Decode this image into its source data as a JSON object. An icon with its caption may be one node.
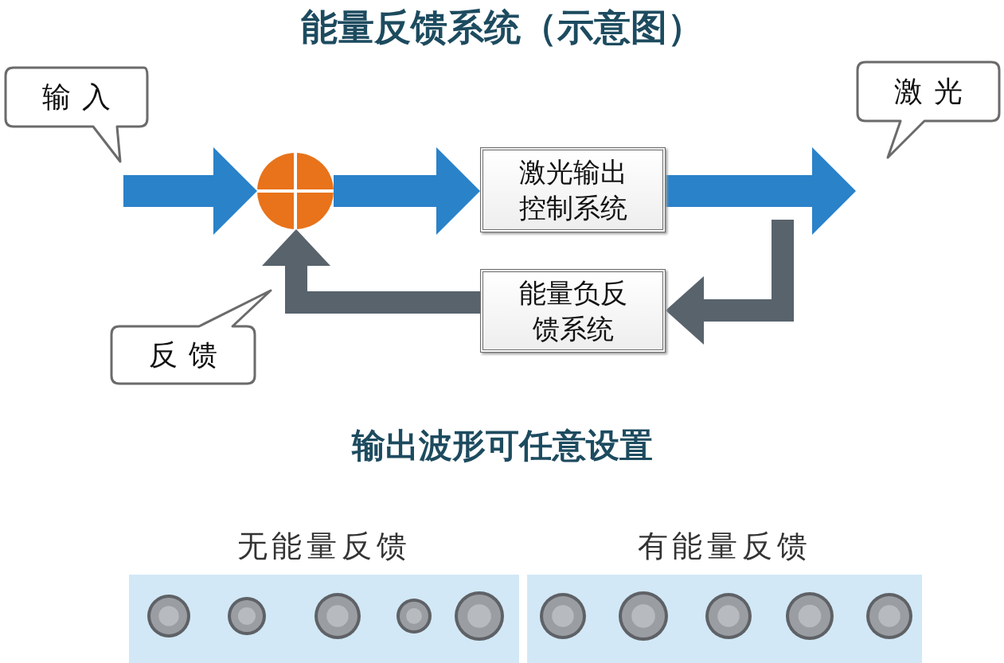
{
  "diagram": {
    "title": "能量反馈系统（示意图）",
    "nodes": [
      {
        "text": [
          "输入"
        ]
      },
      {
        "text": [],
        "shape": "circle"
      },
      {
        "text": [
          "激光输出控制系统"
        ]
      },
      {
        "text": [
          "激光"
        ]
      },
      {
        "text": [
          "能量负反馈系统"
        ]
      },
      {
        "text": [
          "反馈"
        ]
      },
      {
        "text": [
          "无能量反馈"
        ]
      },
      {
        "text": [
          "有能量反馈"
        ]
      }
    ],
    "edges": [
      {
        "from": null,
        "to": 1,
        "arrow": "to"
      },
      {
        "from": 1,
        "to": 2,
        "arrow": "to"
      },
      {
        "from": 2,
        "to": 3,
        "arrow": "to"
      },
      {
        "from": null,
        "to": 4,
        "arrow": "to",
        "color": "#58636c"
      },
      {
        "from": 4,
        "to": 1,
        "arrow": "to",
        "color": "#58636c"
      }
    ],
    "labels": [
      "输出波形可任意设置"
    ]
  }
}
